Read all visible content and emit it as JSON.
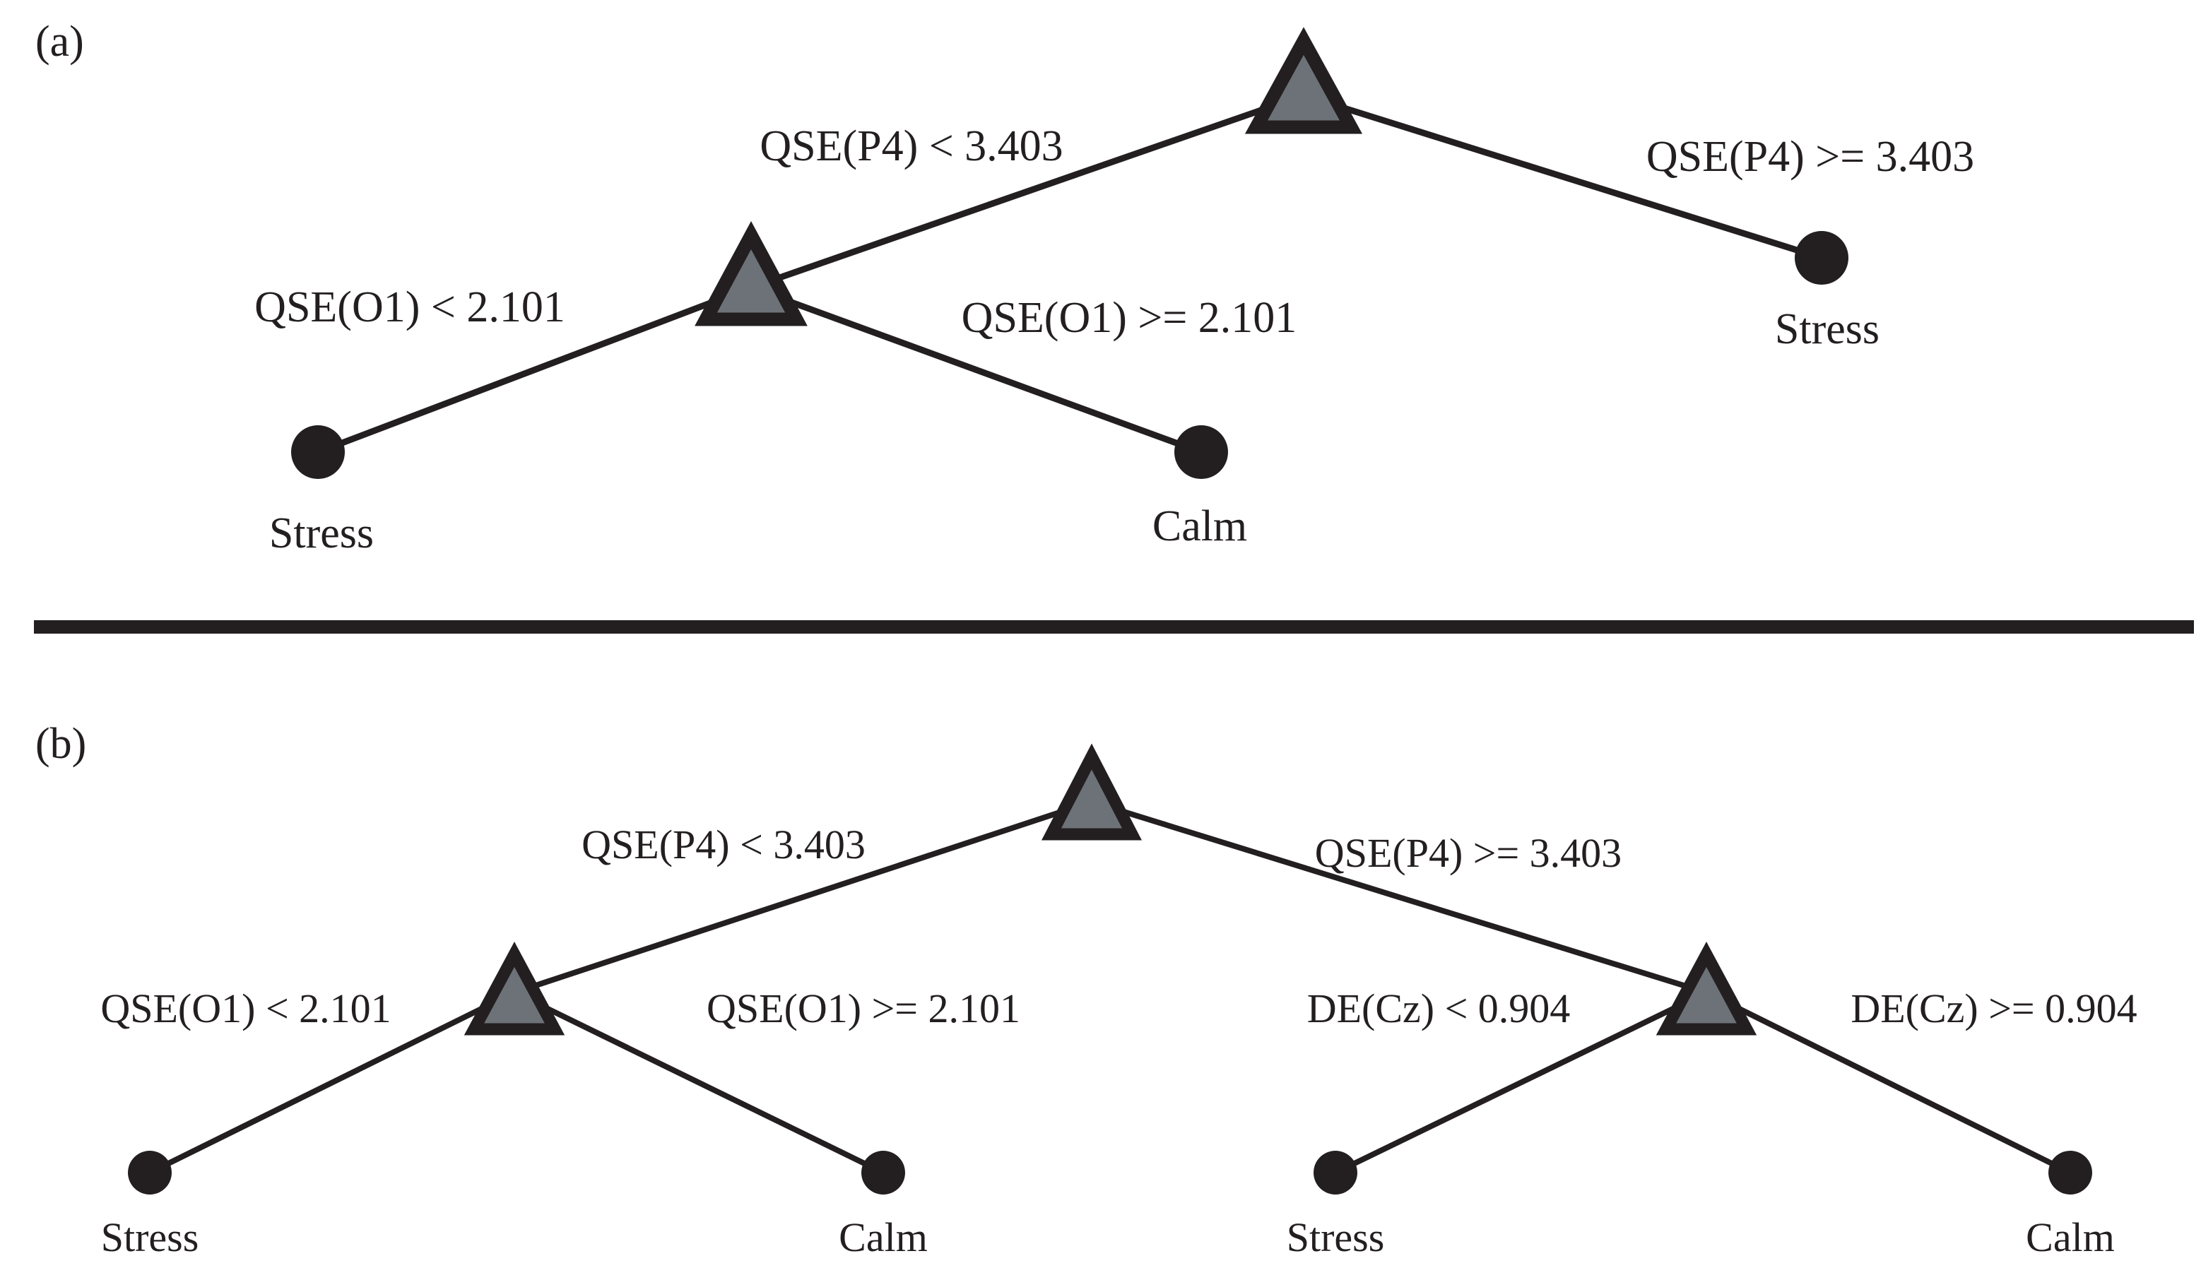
{
  "figure": {
    "background_color": "#ffffff",
    "node_colors": {
      "internal_fill": "#6d7278",
      "internal_stroke": "#231f20",
      "leaf_fill": "#231f20",
      "edge_stroke": "#231f20",
      "divider": "#231f20"
    }
  },
  "panels": [
    {
      "tag": "(a)",
      "tree_type": "decision-tree",
      "edge_labels": [
        "QSE(P4) < 3.403",
        "QSE(P4) >= 3.403",
        "QSE(O1) < 2.101",
        "QSE(O1) >= 2.101"
      ],
      "leaf_labels": [
        "Stress",
        "Calm",
        "Stress"
      ],
      "nodes": [
        {
          "id": "a-root",
          "kind": "internal",
          "feature": "QSE(P4)",
          "threshold": "3.403"
        },
        {
          "id": "a-n1",
          "kind": "internal",
          "feature": "QSE(O1)",
          "threshold": "2.101"
        },
        {
          "id": "a-leaf1",
          "kind": "leaf",
          "label": "Stress"
        },
        {
          "id": "a-leaf2",
          "kind": "leaf",
          "label": "Calm"
        },
        {
          "id": "a-leaf3",
          "kind": "leaf",
          "label": "Stress"
        }
      ],
      "labels": {
        "root_left": "QSE(P4) < 3.403",
        "root_right": "QSE(P4) >= 3.403",
        "n1_left": "QSE(O1) < 2.101",
        "n1_right": "QSE(O1) >= 2.101",
        "leaf1": "Stress",
        "leaf2": "Calm",
        "leaf3": "Stress"
      }
    },
    {
      "tag": "(b)",
      "tree_type": "decision-tree",
      "edge_labels": [
        "QSE(P4) < 3.403",
        "QSE(P4) >= 3.403",
        "QSE(O1) < 2.101",
        "QSE(O1) >= 2.101",
        "DE(Cz) < 0.904",
        "DE(Cz) >= 0.904"
      ],
      "leaf_labels": [
        "Stress",
        "Calm",
        "Stress",
        "Calm"
      ],
      "nodes": [
        {
          "id": "b-root",
          "kind": "internal",
          "feature": "QSE(P4)",
          "threshold": "3.403"
        },
        {
          "id": "b-n1",
          "kind": "internal",
          "feature": "QSE(O1)",
          "threshold": "2.101"
        },
        {
          "id": "b-n2",
          "kind": "internal",
          "feature": "DE(Cz)",
          "threshold": "0.904"
        },
        {
          "id": "b-leaf1",
          "kind": "leaf",
          "label": "Stress"
        },
        {
          "id": "b-leaf2",
          "kind": "leaf",
          "label": "Calm"
        },
        {
          "id": "b-leaf3",
          "kind": "leaf",
          "label": "Stress"
        },
        {
          "id": "b-leaf4",
          "kind": "leaf",
          "label": "Calm"
        }
      ],
      "labels": {
        "root_left": "QSE(P4) < 3.403",
        "root_right": "QSE(P4) >= 3.403",
        "n1_left": "QSE(O1) < 2.101",
        "n1_right": "QSE(O1) >= 2.101",
        "n2_left": "DE(Cz) < 0.904",
        "n2_right": "DE(Cz) >= 0.904",
        "leaf1": "Stress",
        "leaf2": "Calm",
        "leaf3": "Stress",
        "leaf4": "Calm"
      }
    }
  ]
}
